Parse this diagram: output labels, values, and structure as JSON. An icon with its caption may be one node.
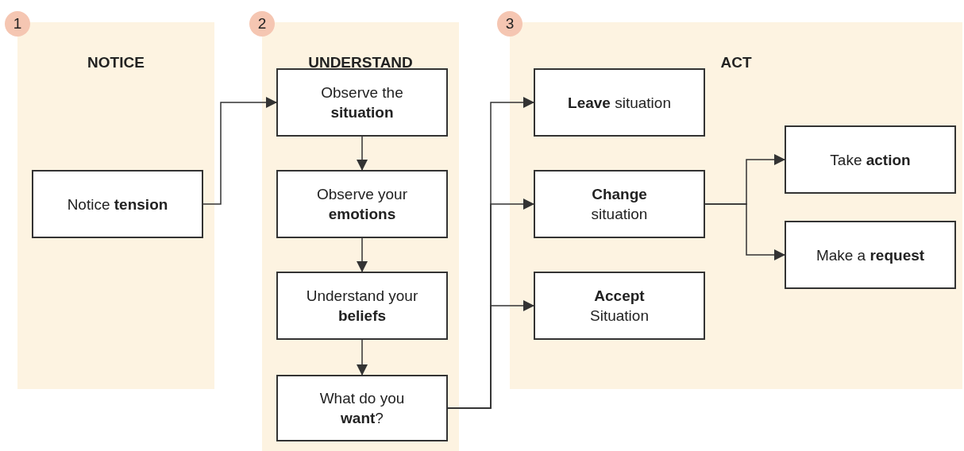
{
  "diagram": {
    "nodes": [
      {
        "text": [
          "NOTICE"
        ]
      },
      {
        "text": [
          "1"
        ]
      },
      {
        "text": [
          "Notice **tension**"
        ],
        "in": 0
      },
      {
        "text": [
          "UNDERSTAND"
        ]
      },
      {
        "text": [
          "2"
        ]
      },
      {
        "text": [
          "Observe the **situation**"
        ],
        "in": 3
      },
      {
        "text": [
          "Observe your **emotions**"
        ],
        "in": 3
      },
      {
        "text": [
          "Understand your **beliefs**"
        ],
        "in": 3
      },
      {
        "text": [
          "What do you **want**?"
        ],
        "in": 3
      },
      {
        "text": [
          "ACT"
        ]
      },
      {
        "text": [
          "3"
        ]
      },
      {
        "text": [
          "**Leave** situation"
        ],
        "in": 9
      },
      {
        "text": [
          "**Change** situation"
        ],
        "in": 9
      },
      {
        "text": [
          "**Accept** Situation"
        ],
        "in": 9
      },
      {
        "text": [
          "Take **action**"
        ],
        "in": 9
      },
      {
        "text": [
          "Make a **request**"
        ],
        "in": 9
      }
    ],
    "edges": [
      {
        "from": 2,
        "to": 5,
        "arrow": "to"
      },
      {
        "from": 5,
        "to": 6,
        "arrow": "to"
      },
      {
        "from": 6,
        "to": 7,
        "arrow": "to"
      },
      {
        "from": 7,
        "to": 8,
        "arrow": "to"
      },
      {
        "from": 8,
        "to": 11,
        "arrow": "to"
      },
      {
        "from": 8,
        "to": 12,
        "arrow": "to"
      },
      {
        "from": 8,
        "to": 13,
        "arrow": "to"
      },
      {
        "from": 12,
        "to": 14,
        "arrow": "to"
      },
      {
        "from": 12,
        "to": 15,
        "arrow": "to"
      }
    ]
  }
}
